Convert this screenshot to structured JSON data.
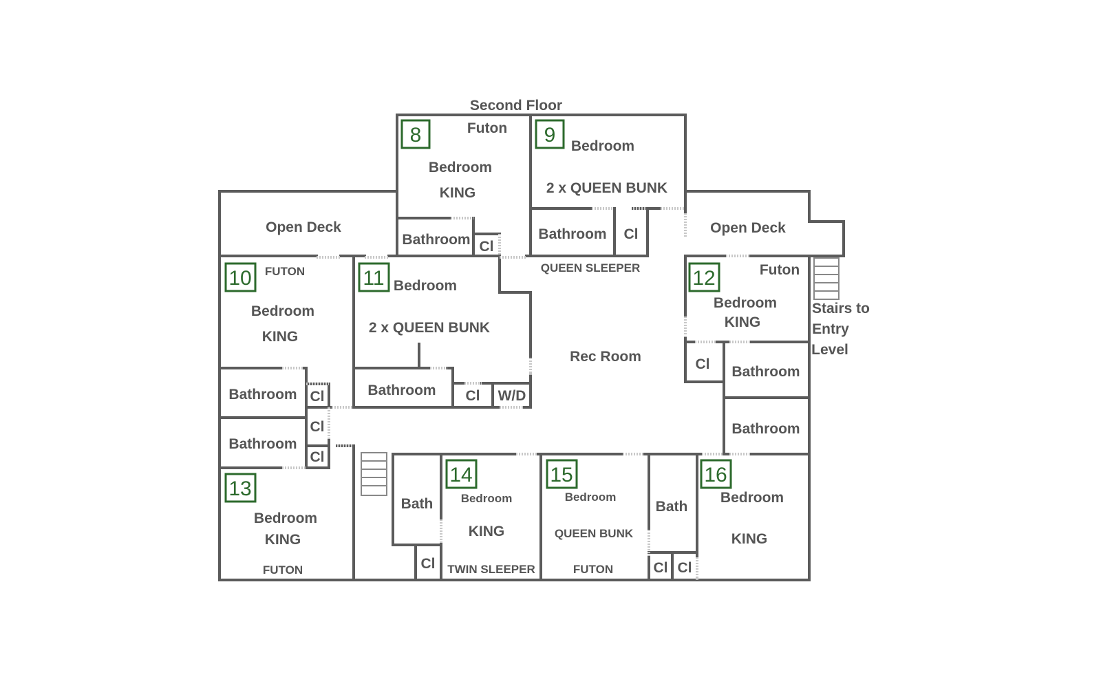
{
  "title": "Second Floor",
  "colors": {
    "wall": "#5b5b5b",
    "room_number": "#2c6a2c",
    "text": "#555555"
  },
  "areas": {
    "open_deck_left": "Open Deck",
    "open_deck_right": "Open Deck",
    "rec_room": "Rec Room",
    "queen_sleeper": "QUEEN SLEEPER",
    "stairs_label": [
      "Stairs to",
      "Entry",
      "Level"
    ]
  },
  "rooms": [
    {
      "number": "8",
      "lines": [
        "Futon",
        "Bedroom",
        "KING"
      ]
    },
    {
      "number": "9",
      "lines": [
        "Bedroom",
        "2 x QUEEN BUNK"
      ]
    },
    {
      "number": "10",
      "lines": [
        "FUTON",
        "Bedroom",
        "KING"
      ]
    },
    {
      "number": "11",
      "lines": [
        "Bedroom",
        "2 x QUEEN BUNK"
      ]
    },
    {
      "number": "12",
      "lines": [
        "Futon",
        "Bedroom",
        "KING"
      ]
    },
    {
      "number": "13",
      "lines": [
        "Bedroom",
        "KING",
        "FUTON"
      ]
    },
    {
      "number": "14",
      "lines": [
        "Bedroom",
        "KING",
        "TWIN SLEEPER"
      ]
    },
    {
      "number": "15",
      "lines": [
        "Bedroom",
        "QUEEN BUNK",
        "FUTON"
      ]
    },
    {
      "number": "16",
      "lines": [
        "Bedroom",
        "KING"
      ]
    }
  ],
  "utility": {
    "bathroom": "Bathroom",
    "bath": "Bath",
    "closet": "Cl",
    "laundry": "W/D"
  }
}
